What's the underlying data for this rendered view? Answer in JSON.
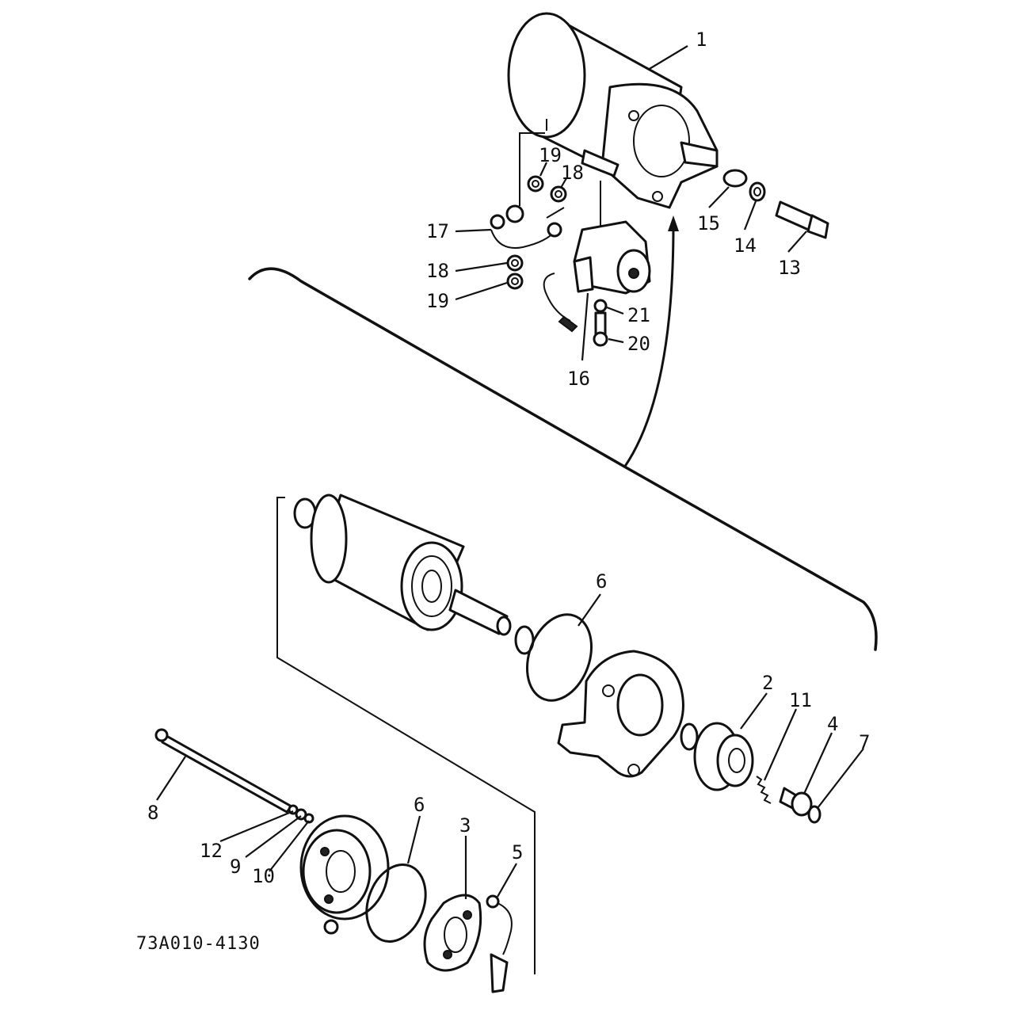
{
  "diagram_code": "73A010-4130",
  "callouts": {
    "c1": "1",
    "c2": "2",
    "c3": "3",
    "c4": "4",
    "c5": "5",
    "c6a": "6",
    "c6b": "6",
    "c7": "7",
    "c8": "8",
    "c9": "9",
    "c10": "10",
    "c11": "11",
    "c12": "12",
    "c13": "13",
    "c14": "14",
    "c15": "15",
    "c16": "16",
    "c17": "17",
    "c18a": "18",
    "c18b": "18",
    "c19a": "19",
    "c19b": "19",
    "c20": "20",
    "c21": "21"
  }
}
